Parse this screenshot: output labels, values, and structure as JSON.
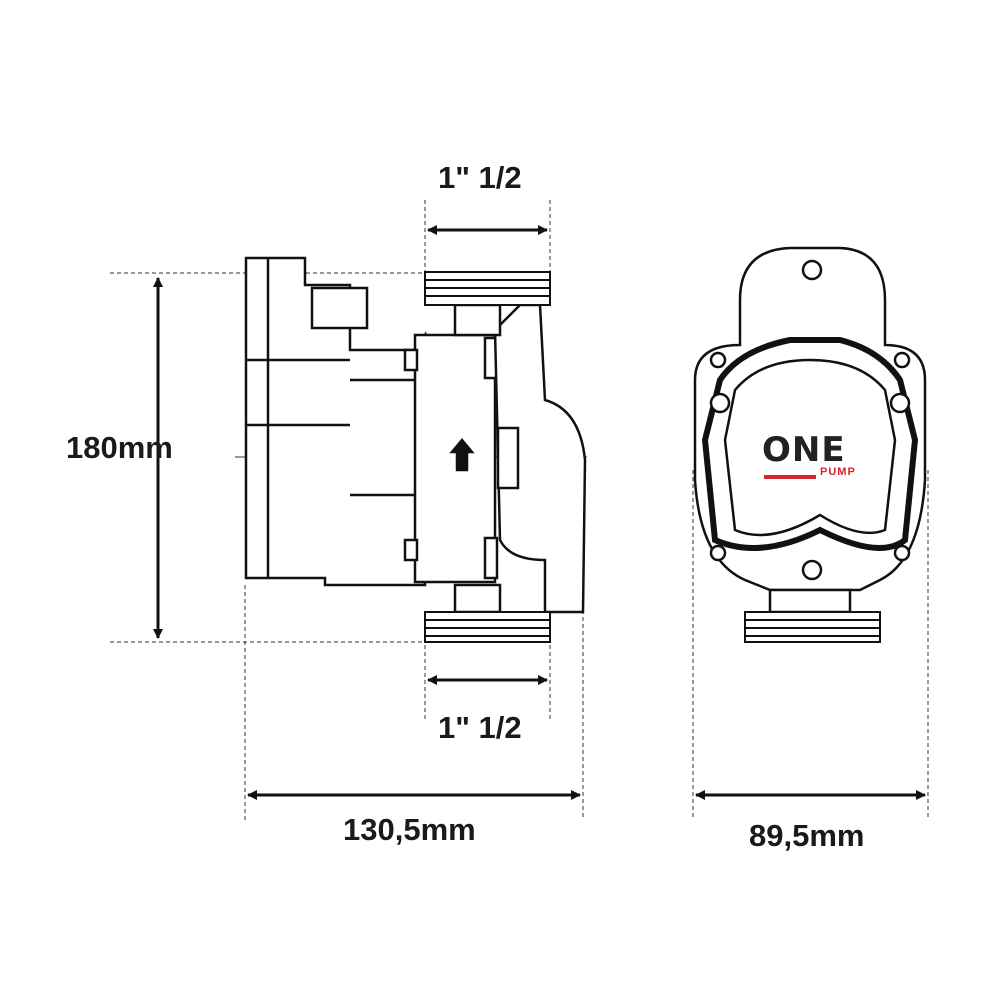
{
  "dimensions": {
    "top_connection": "1\" 1/2",
    "bottom_connection": "1\" 1/2",
    "height": "180mm",
    "side_length": "130,5mm",
    "front_width": "89,5mm"
  },
  "logo": {
    "brand": "ONE",
    "sub": "PUMP",
    "accent_color": "#d7262e"
  }
}
